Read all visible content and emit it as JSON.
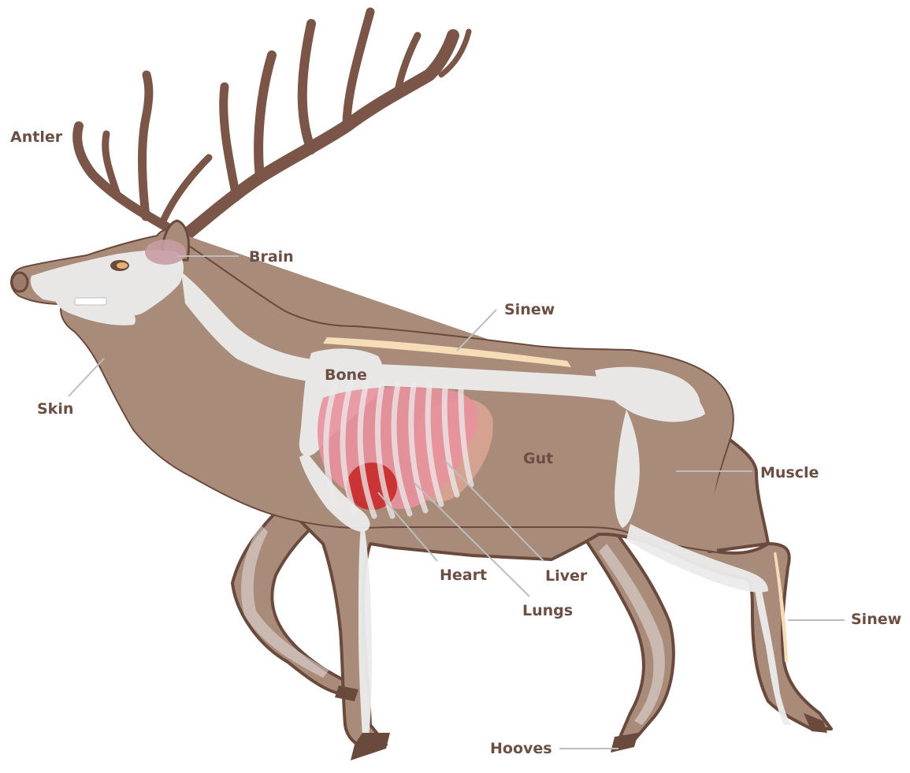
{
  "labels": {
    "antler": "Antler",
    "brain": "Brain",
    "sinew_back": "Sinew",
    "skin": "Skin",
    "bone": "Bone",
    "gut": "Gut",
    "muscle": "Muscle",
    "heart": "Heart",
    "liver": "Liver",
    "lungs": "Lungs",
    "sinew_leg": "Sinew",
    "hooves": "Hooves"
  },
  "colors": {
    "hide": "#a98b7a",
    "outline": "#6b4a3e",
    "antler": "#7a5548",
    "bone": "#ececec",
    "sinew": "#f5ddb8",
    "lungs": "#e8919d",
    "heart": "#c92a2a",
    "liver": "#d9a393",
    "brain": "#c79ca3",
    "label_text": "#6b4f45",
    "leader_line": "#bdbdbd"
  }
}
